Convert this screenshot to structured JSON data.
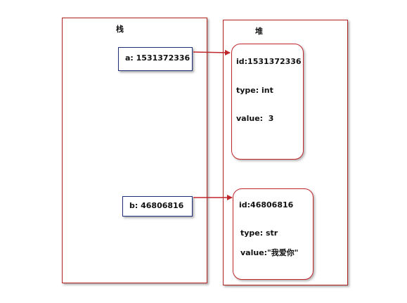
{
  "stack": {
    "title": "栈",
    "variables": [
      {
        "label": "a: 1531372336"
      },
      {
        "label": "b: 46806816"
      }
    ]
  },
  "heap": {
    "title": "堆",
    "objects": [
      {
        "id": "id:1531372336",
        "type": "type: int",
        "value": "value:  3"
      },
      {
        "id": "id:46806816",
        "type": "type: str",
        "value": "value:\"我爱你\""
      }
    ]
  },
  "colors": {
    "region_border": "#b22222",
    "variable_border": "#1f2f7a",
    "object_border": "#c0272d",
    "arrow": "#c0272d"
  }
}
